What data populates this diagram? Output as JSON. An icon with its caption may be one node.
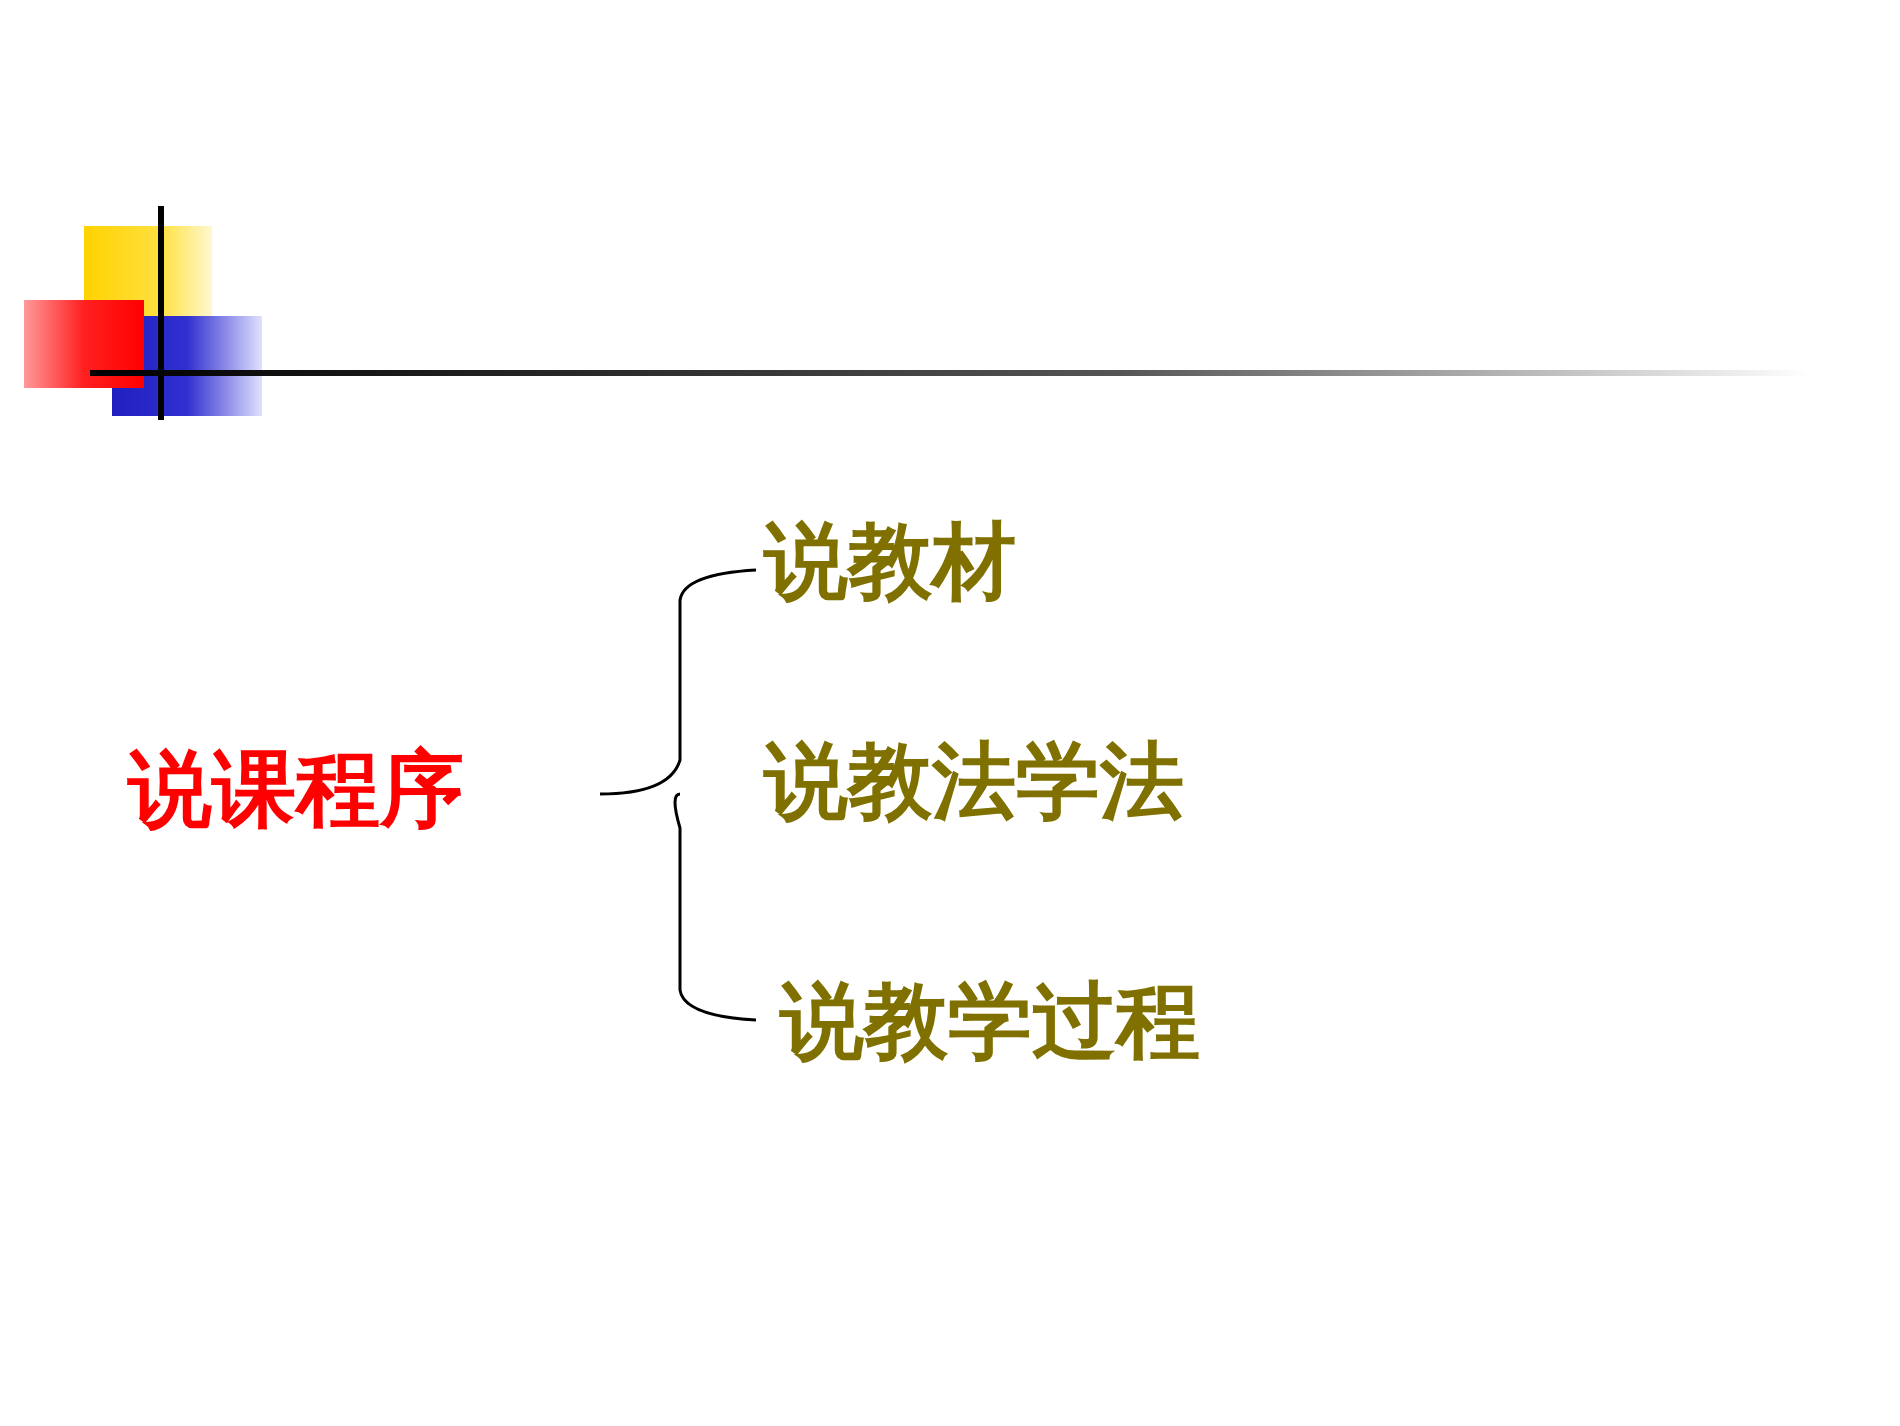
{
  "diagram": {
    "labels": [
      "说课程序",
      "说教材",
      "说教法学法",
      "说教学过程"
    ]
  }
}
